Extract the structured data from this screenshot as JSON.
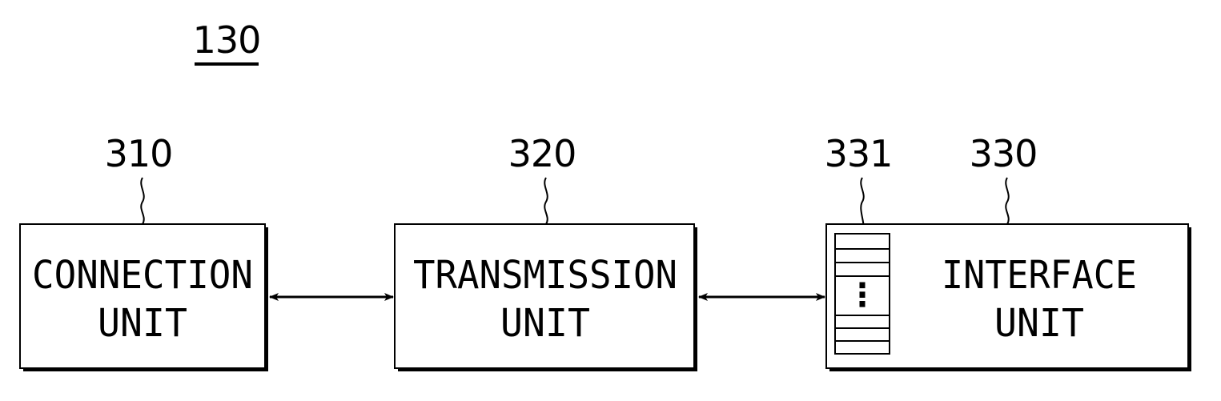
{
  "figure_label": "130",
  "blocks": {
    "connection": {
      "ref": "310",
      "line1": "CONNECTION",
      "line2": "UNIT"
    },
    "transmission": {
      "ref": "320",
      "line1": "TRANSMISSION",
      "line2": "UNIT"
    },
    "interface": {
      "ref": "330",
      "line1": "INTERFACE",
      "line2": "UNIT"
    }
  },
  "buffer": {
    "ref": "331",
    "ellipsis": "⋮"
  },
  "connections": [
    {
      "from": "connection",
      "to": "transmission",
      "type": "bidirectional-arrow"
    },
    {
      "from": "transmission",
      "to": "interface",
      "type": "bidirectional-arrow"
    }
  ]
}
